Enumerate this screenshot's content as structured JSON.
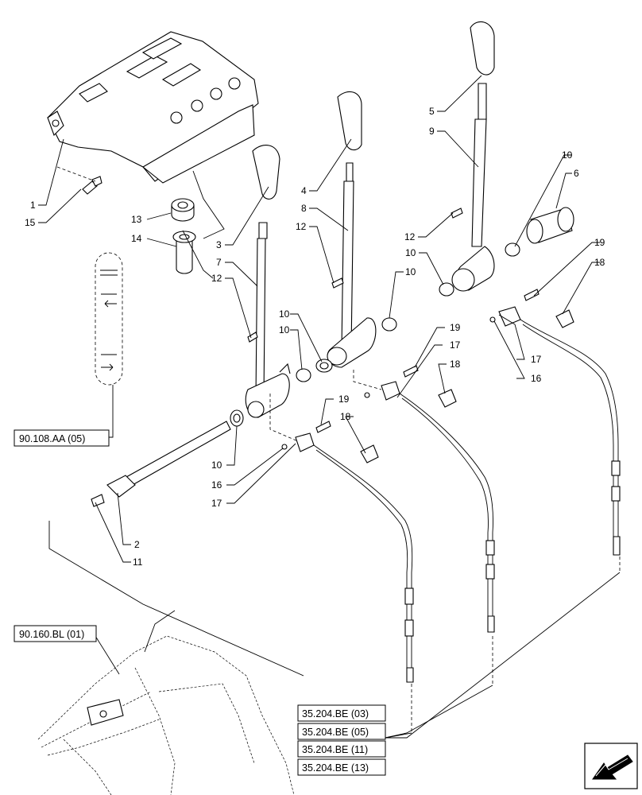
{
  "callouts": {
    "c1": "1",
    "c15": "15",
    "c13": "13",
    "c14": "14",
    "c3": "3",
    "c7": "7",
    "c12a": "12",
    "c4": "4",
    "c8": "8",
    "c12b": "12",
    "c5": "5",
    "c9": "9",
    "c12c": "12",
    "c10a": "10",
    "c6": "6",
    "c10b": "10",
    "c10c": "10",
    "c10d": "10",
    "c10e": "10",
    "c10f": "10",
    "c19a": "19",
    "c18a": "18",
    "c17a": "17",
    "c16a": "16",
    "c19b": "19",
    "c17b": "17",
    "c18b": "18",
    "c19c": "19",
    "c18c": "18",
    "c16b": "16",
    "c17c": "17",
    "c2": "2",
    "c11": "11"
  },
  "refs": {
    "r1": "90.108.AA (05)",
    "r2": "90.160.BL (01)",
    "r3": "35.204.BE (03)",
    "r4": "35.204.BE (05)",
    "r5": "35.204.BE (11)",
    "r6": "35.204.BE (13)"
  },
  "icons": {
    "nav": "arrow-nav-icon"
  }
}
